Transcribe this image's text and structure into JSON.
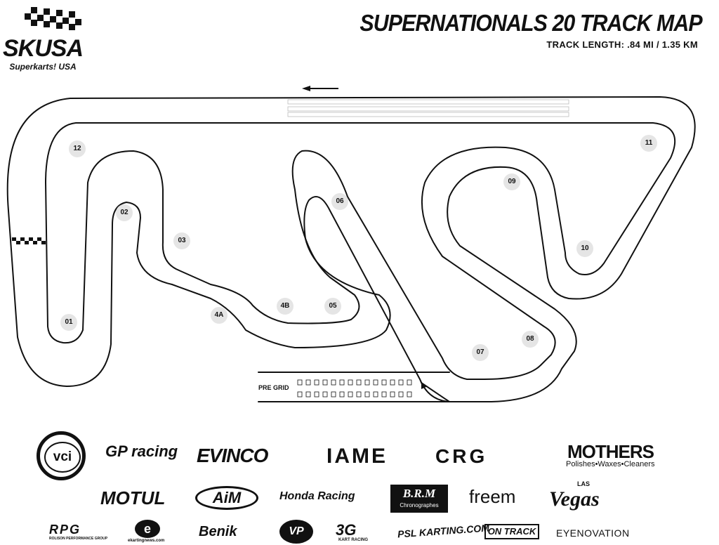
{
  "header": {
    "title": "SUPERNATIONALS 20 TRACK MAP",
    "track_length": "TRACK LENGTH: .84 MI / 1.35 KM"
  },
  "logo": {
    "brand": "SKUSA",
    "tagline": "Superkarts! USA"
  },
  "track": {
    "turns": [
      "01",
      "02",
      "03",
      "4A",
      "4B",
      "05",
      "06",
      "07",
      "08",
      "09",
      "10",
      "11",
      "12"
    ],
    "pre_grid_label": "PRE GRID"
  },
  "sponsors": {
    "row1": [
      "vci",
      "GP racing",
      "EVINCO",
      "IAME",
      "CRG",
      "MOTHERS"
    ],
    "mothers_tagline": "Polishes•Waxes•Cleaners",
    "row2": [
      "MOTUL",
      "AiM",
      "Honda Racing",
      "B.R.M",
      "freem",
      "Vegas"
    ],
    "brm_tagline": "Chronographes",
    "vegas_prefix": "LAS",
    "row3": [
      "RPG",
      "ekartingnews.com",
      "Benik",
      "VP",
      "3G",
      "PSL KARTING.COM",
      "ON TRACK",
      "EYENOVATION"
    ],
    "rpg_tagline": "ROLISON PERFORMANCE GROUP",
    "threeg_tagline": "KART RACING"
  }
}
